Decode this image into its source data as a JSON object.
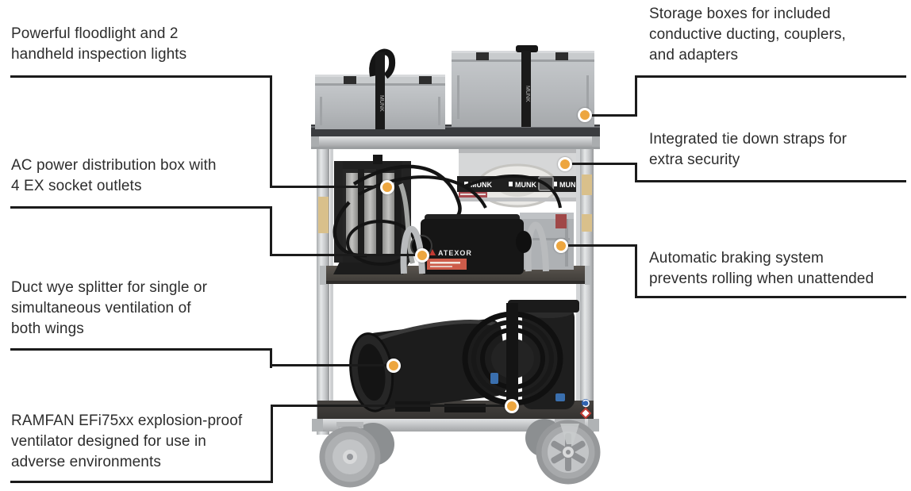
{
  "style": {
    "background": "#ffffff",
    "text_color": "#2d2d2d",
    "line_color": "#1b1b1b",
    "marker_fill": "#eda63f",
    "marker_ring": "#ffffff"
  },
  "callouts": {
    "left": [
      {
        "id": "floodlight",
        "text": "Powerful floodlight and 2\nhandheld inspection lights"
      },
      {
        "id": "ac-power",
        "text": "AC power distribution box with\n4 EX socket outlets"
      },
      {
        "id": "wye-splitter",
        "text": "Duct wye splitter for single or\nsimultaneous ventilation of\nboth wings"
      },
      {
        "id": "ventilator",
        "text": "RAMFAN EFi75xx explosion-proof\nventilator designed for use in\nadverse environments"
      }
    ],
    "right": [
      {
        "id": "storage-boxes",
        "text": "Storage boxes for included\nconductive ducting, couplers,\nand adapters"
      },
      {
        "id": "tie-down",
        "text": "Integrated tie down straps for\nextra security"
      },
      {
        "id": "braking",
        "text": "Automatic braking system\nprevents rolling when unattended"
      }
    ]
  },
  "photo": {
    "strap_brand": "MUNK",
    "device_brand": "ATEXOR"
  }
}
